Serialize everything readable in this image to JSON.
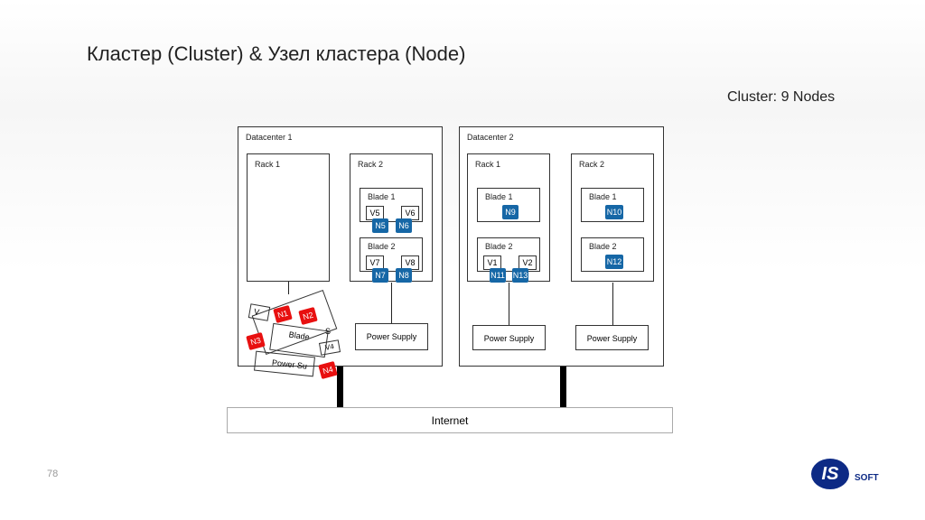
{
  "title": "Кластер (Cluster) & Узел кластера (Node)",
  "cluster_label": "Cluster: 9 Nodes",
  "page_number": "78",
  "logo": {
    "mark": "IS",
    "text": "SOFT",
    "color": "#0d2a85"
  },
  "colors": {
    "node": "#1667a6",
    "failed_node": "#e81010"
  },
  "internet": "Internet",
  "dc1": {
    "label": "Datacenter 1",
    "rack1": "Rack 1",
    "rack2": "Rack 2",
    "blade1": "Blade 1",
    "blade2": "Blade 2",
    "v5": "V5",
    "v6": "V6",
    "v7": "V7",
    "v8": "V8",
    "n5": "N5",
    "n6": "N6",
    "n7": "N7",
    "n8": "N8",
    "power": "Power Supply",
    "fallen": {
      "v": "V",
      "n1": "N1",
      "n2": "N2",
      "n3": "N3",
      "n4": "N4",
      "blade": "Blade",
      "power": "Power Su",
      "v4": "V4",
      "s": "S"
    }
  },
  "dc2": {
    "label": "Datacenter 2",
    "rack1": "Rack 1",
    "rack2": "Rack 2",
    "blade1": "Blade 1",
    "blade2": "Blade 2",
    "v1": "V1",
    "v2": "V2",
    "n9": "N9",
    "n10": "N10",
    "n11": "N11",
    "n12": "N12",
    "n13": "N13",
    "power1": "Power Supply",
    "power2": "Power Supply"
  }
}
